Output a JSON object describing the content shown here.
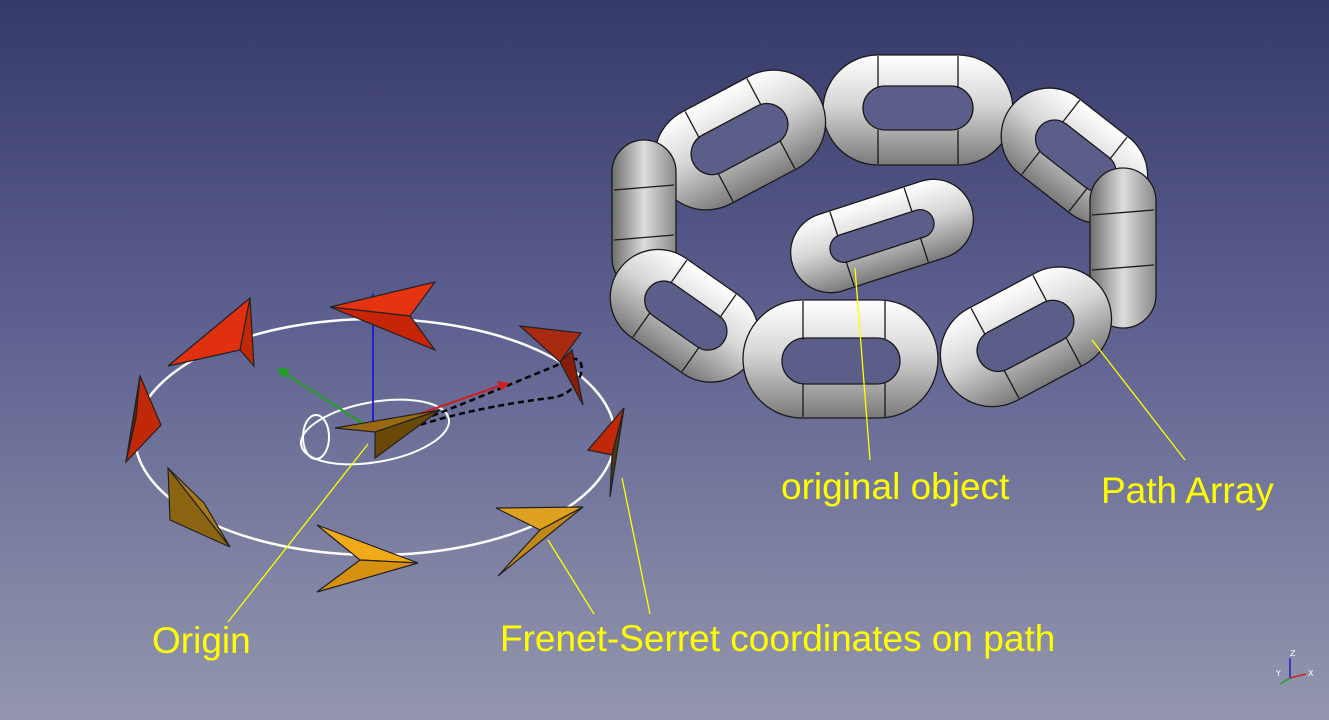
{
  "labels": {
    "origin": "Origin",
    "frenet": "Frenet-Serret coordinates on path",
    "original": "original object",
    "path_array": "Path Array"
  },
  "axis_cube": {
    "x": "X",
    "y": "Y",
    "z": "Z"
  },
  "colors": {
    "background_top": "#363a68",
    "background_bottom": "#9497ae",
    "annotation": "#ffff00",
    "chain_link": "#d8d8d8",
    "path_curve": "#ffffff",
    "axis_x": "#cc2020",
    "axis_y": "#20a020",
    "axis_z": "#2020cc",
    "arrow_red": "#e02a0a",
    "arrow_brown": "#9a6a10",
    "arrow_orange": "#e8a010"
  }
}
